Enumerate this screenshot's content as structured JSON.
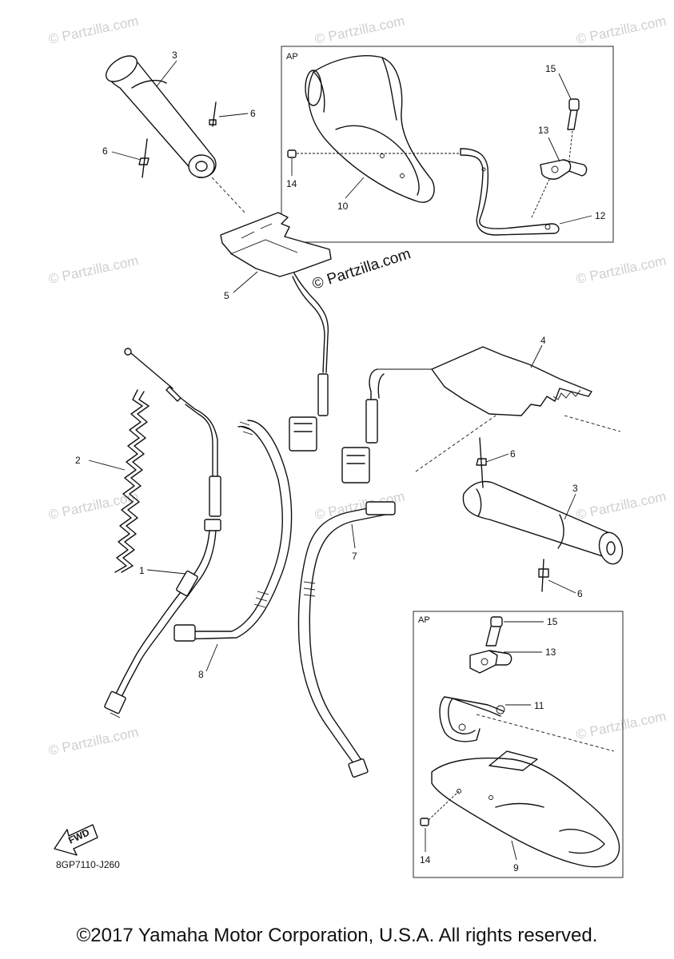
{
  "watermark": "© Partzilla.com",
  "watermark_center": "© Partzilla.com",
  "callouts": {
    "c1": "1",
    "c2": "2",
    "c3a": "3",
    "c3b": "3",
    "c4": "4",
    "c5": "5",
    "c6a": "6",
    "c6b": "6",
    "c6c": "6",
    "c6d": "6",
    "c7": "7",
    "c8": "8",
    "c9": "9",
    "c10": "10",
    "c11": "11",
    "c12": "12",
    "c13a": "13",
    "c13b": "13",
    "c14a": "14",
    "c14b": "14",
    "c15a": "15",
    "c15b": "15"
  },
  "boxes": {
    "top_right_label": "AP",
    "bottom_right_label": "AP"
  },
  "fwd_label": "FWD",
  "diagram_code": "8GP7110-J260",
  "copyright": "©2017 Yamaha Motor Corporation, U.S.A. All rights reserved."
}
